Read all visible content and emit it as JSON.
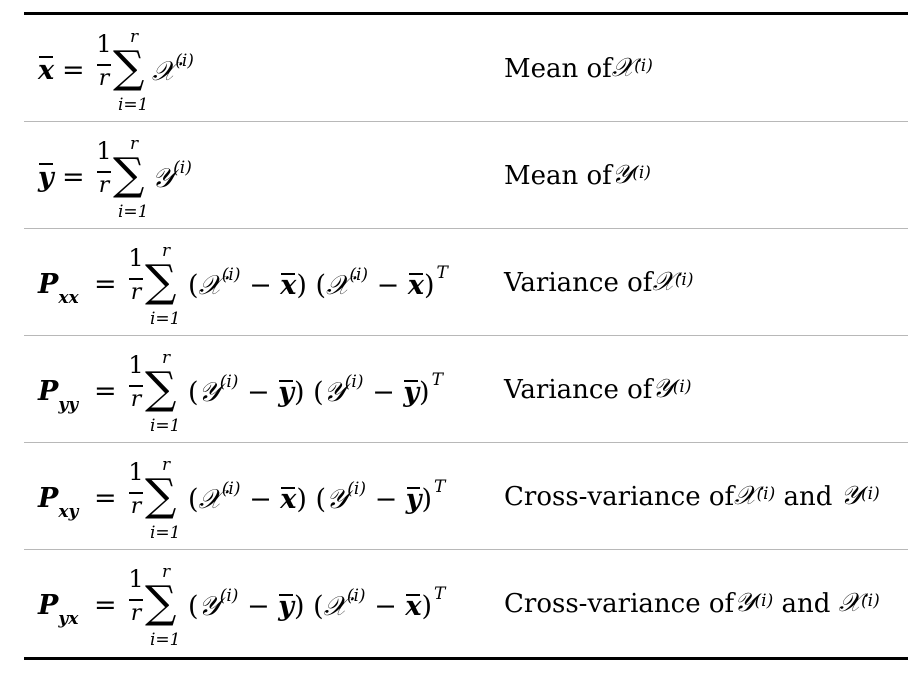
{
  "rows": [
    {
      "lhs": "x",
      "lhs_sub": "",
      "frac_num": "1",
      "frac_den": "r",
      "sum_top": "r",
      "sum_bottom": "i=1",
      "body": "𝒳",
      "body_sup": "(i)",
      "desc_text": "Mean of ",
      "desc_sym1": "𝒳",
      "desc_sup1": "(i)",
      "desc_and": "",
      "desc_sym2": "",
      "desc_sup2": ""
    },
    {
      "lhs": "y",
      "lhs_sub": "",
      "frac_num": "1",
      "frac_den": "r",
      "sum_top": "r",
      "sum_bottom": "i=1",
      "body": "𝒴",
      "body_sup": "(i)",
      "desc_text": "Mean of ",
      "desc_sym1": "𝒴",
      "desc_sup1": "(i)",
      "desc_and": "",
      "desc_sym2": "",
      "desc_sup2": ""
    },
    {
      "lhs": "P",
      "lhs_sub": "xx",
      "frac_num": "1",
      "frac_den": "r",
      "sum_top": "r",
      "sum_bottom": "i=1",
      "a_sym": "𝒳",
      "a_sup": "(i)",
      "a_mean": "x",
      "b_sym": "𝒳",
      "b_sup": "(i)",
      "b_mean": "x",
      "transpose": "T",
      "desc_text": "Variance of ",
      "desc_sym1": "𝒳",
      "desc_sup1": "(i)",
      "desc_and": "",
      "desc_sym2": "",
      "desc_sup2": ""
    },
    {
      "lhs": "P",
      "lhs_sub": "yy",
      "frac_num": "1",
      "frac_den": "r",
      "sum_top": "r",
      "sum_bottom": "i=1",
      "a_sym": "𝒴",
      "a_sup": "(i)",
      "a_mean": "y",
      "b_sym": "𝒴",
      "b_sup": "(i)",
      "b_mean": "y",
      "transpose": "T",
      "desc_text": "Variance of ",
      "desc_sym1": "𝒴",
      "desc_sup1": "(i)",
      "desc_and": "",
      "desc_sym2": "",
      "desc_sup2": ""
    },
    {
      "lhs": "P",
      "lhs_sub": "xy",
      "frac_num": "1",
      "frac_den": "r",
      "sum_top": "r",
      "sum_bottom": "i=1",
      "a_sym": "𝒳",
      "a_sup": "(i)",
      "a_mean": "x",
      "b_sym": "𝒴",
      "b_sup": "(i)",
      "b_mean": "y",
      "transpose": "T",
      "desc_text": "Cross-variance of ",
      "desc_sym1": "𝒳",
      "desc_sup1": "(i)",
      "desc_and": " and ",
      "desc_sym2": "𝒴",
      "desc_sup2": "(i)"
    },
    {
      "lhs": "P",
      "lhs_sub": "yx",
      "frac_num": "1",
      "frac_den": "r",
      "sum_top": "r",
      "sum_bottom": "i=1",
      "a_sym": "𝒴",
      "a_sup": "(i)",
      "a_mean": "y",
      "b_sym": "𝒳",
      "b_sup": "(i)",
      "b_mean": "x",
      "transpose": "T",
      "desc_text": "Cross-variance of ",
      "desc_sym1": "𝒴",
      "desc_sup1": "(i)",
      "desc_and": " and ",
      "desc_sym2": "𝒳",
      "desc_sup2": "(i)"
    }
  ],
  "symbols": {
    "equals": "=",
    "minus": "−",
    "sigma": "∑",
    "lparen": "(",
    "rparen": ")"
  }
}
